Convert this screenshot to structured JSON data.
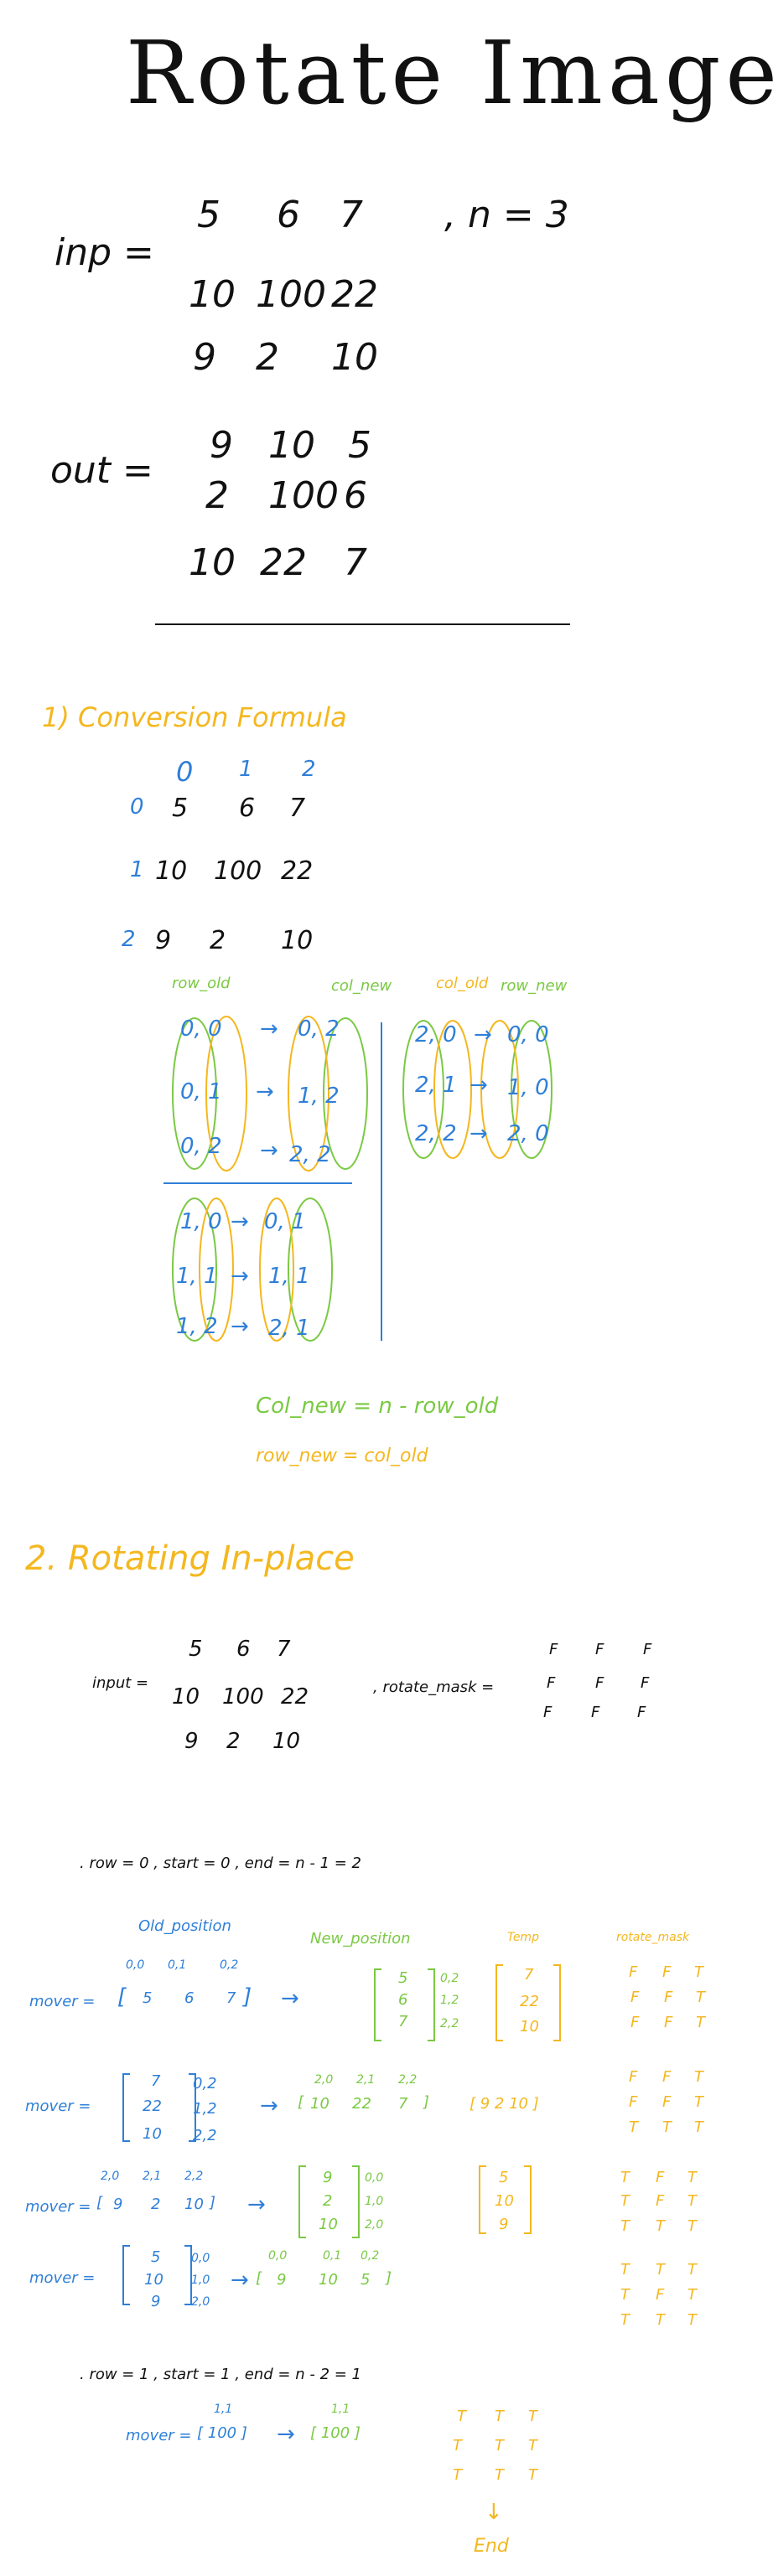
{
  "title": "Rotate Image",
  "input_label": "inp =",
  "n_label": ", n = 3",
  "input_matrix": [
    [
      "5",
      "6",
      "7"
    ],
    [
      "10",
      "100",
      "22"
    ],
    [
      "9",
      "2",
      "10"
    ]
  ],
  "output_label": "out =",
  "output_matrix": [
    [
      "9",
      "10",
      "5"
    ],
    [
      "2",
      "100",
      "6"
    ],
    [
      "10",
      "22",
      "7"
    ]
  ],
  "section1": {
    "heading": "1) Conversion Formula",
    "col_indices": [
      "0",
      "1",
      "2"
    ],
    "row_indices": [
      "0",
      "1",
      "2"
    ],
    "matrix": [
      [
        "5",
        "6",
        "7"
      ],
      [
        "10",
        "100",
        "22"
      ],
      [
        "9",
        "2",
        "10"
      ]
    ],
    "labels": {
      "row_old": "row_old",
      "col_new": "col_new",
      "col_old": "col_old",
      "row_new": "row_new"
    },
    "mapping_a": [
      {
        "from": "0, 0",
        "to": "0, 2"
      },
      {
        "from": "0, 1",
        "to": "1, 2"
      },
      {
        "from": "0, 2",
        "to": "2, 2"
      }
    ],
    "mapping_b": [
      {
        "from": "1, 0",
        "to": "0, 1"
      },
      {
        "from": "1, 1",
        "to": "1, 1"
      },
      {
        "from": "1, 2",
        "to": "2, 1"
      }
    ],
    "mapping_c": [
      {
        "from": "2, 0",
        "to": "0, 0"
      },
      {
        "from": "2, 1",
        "to": "1, 0"
      },
      {
        "from": "2, 2",
        "to": "2, 0"
      }
    ],
    "arrow": "→",
    "formula1": "Col_new = n - row_old",
    "formula2": "row_new = col_old"
  },
  "section2": {
    "heading": "2. Rotating In-place",
    "input_label": "input =",
    "matrix": [
      [
        "5",
        "6",
        "7"
      ],
      [
        "10",
        "100",
        "22"
      ],
      [
        "9",
        "2",
        "10"
      ]
    ],
    "mask_label": ", rotate_mask =",
    "mask": [
      [
        "F",
        "F",
        "F"
      ],
      [
        "F",
        "F",
        "F"
      ],
      [
        "F",
        "F",
        "F"
      ]
    ],
    "iter0": ". row = 0 , start = 0 , end = n - 1 = 2",
    "headers": {
      "old": "Old_position",
      "new": "New_position",
      "temp": "Temp",
      "mask": "rotate_mask"
    },
    "mover_label": "mover =",
    "arrow": "→",
    "step1": {
      "old_idx": [
        "0,0",
        "0,1",
        "0,2"
      ],
      "old_vals": [
        "5",
        "6",
        "7"
      ],
      "new_vals": [
        "5",
        "6",
        "7"
      ],
      "new_idx": [
        "0,2",
        "1,2",
        "2,2"
      ],
      "temp": [
        "7",
        "22",
        "10"
      ],
      "mask": [
        [
          "F",
          "F",
          "T"
        ],
        [
          "F",
          "F",
          "T"
        ],
        [
          "F",
          "F",
          "T"
        ]
      ]
    },
    "step2": {
      "old_vals": [
        "7",
        "22",
        "10"
      ],
      "old_idx": [
        "0,2",
        "1,2",
        "2,2"
      ],
      "new_idx": [
        "2,0",
        "2,1",
        "2,2"
      ],
      "new_vals": [
        "10",
        "22",
        "7"
      ],
      "temp": "[ 9  2  10 ]",
      "mask": [
        [
          "F",
          "F",
          "T"
        ],
        [
          "F",
          "F",
          "T"
        ],
        [
          "T",
          "T",
          "T"
        ]
      ]
    },
    "step3": {
      "old_idx": [
        "2,0",
        "2,1",
        "2,2"
      ],
      "old_vals": [
        "9",
        "2",
        "10"
      ],
      "new_vals": [
        "9",
        "2",
        "10"
      ],
      "new_idx": [
        "0,0",
        "1,0",
        "2,0"
      ],
      "temp": [
        "5",
        "10",
        "9"
      ],
      "mask": [
        [
          "T",
          "F",
          "T"
        ],
        [
          "T",
          "F",
          "T"
        ],
        [
          "T",
          "T",
          "T"
        ]
      ]
    },
    "step4": {
      "old_vals": [
        "5",
        "10",
        "9"
      ],
      "old_idx": [
        "0,0",
        "1,0",
        "2,0"
      ],
      "new_idx": [
        "0,0",
        "0,1",
        "0,2"
      ],
      "new_vals": [
        "9",
        "10",
        "5"
      ],
      "mask": [
        [
          "T",
          "T",
          "T"
        ],
        [
          "T",
          "F",
          "T"
        ],
        [
          "T",
          "T",
          "T"
        ]
      ]
    },
    "iter1": ". row = 1 , start = 1 , end = n - 2 = 1",
    "step5": {
      "old_idx": "1,1",
      "old_val": "[ 100 ]",
      "new_idx": "1,1",
      "new_val": "[ 100 ]"
    },
    "final_mask": [
      [
        "T",
        "T",
        "T"
      ],
      [
        "T",
        "T",
        "T"
      ],
      [
        "T",
        "T",
        "T"
      ]
    ],
    "down_arrow": "↓",
    "end_label": "End"
  }
}
